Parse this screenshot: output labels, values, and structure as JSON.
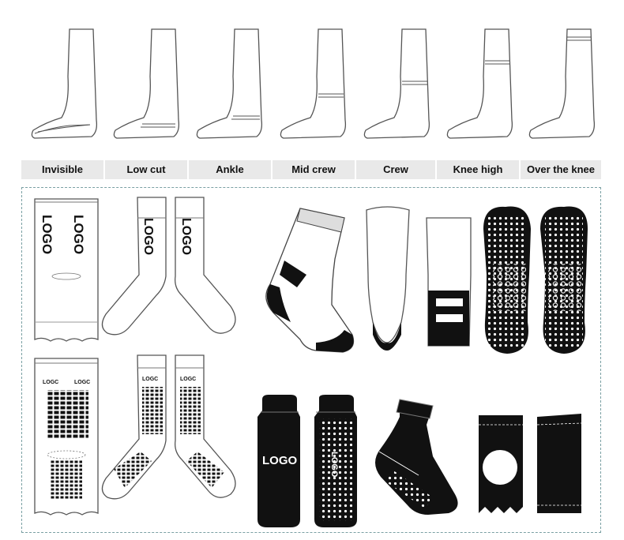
{
  "sock_lengths": [
    {
      "id": "invisible",
      "label": "Invisible"
    },
    {
      "id": "low-cut",
      "label": "Low cut"
    },
    {
      "id": "ankle",
      "label": "Ankle"
    },
    {
      "id": "mid-crew",
      "label": "Mid crew"
    },
    {
      "id": "crew",
      "label": "Crew"
    },
    {
      "id": "knee-high",
      "label": "Knee high"
    },
    {
      "id": "over-the-knee",
      "label": "Over the knee"
    }
  ],
  "templates": {
    "logo_text": "LOGO",
    "logo_small_text": "LOGC"
  },
  "colors": {
    "line": "#444444",
    "fill_dark": "#111111",
    "label_bg": "#e9e9e9",
    "border": "#7aa0a3"
  }
}
